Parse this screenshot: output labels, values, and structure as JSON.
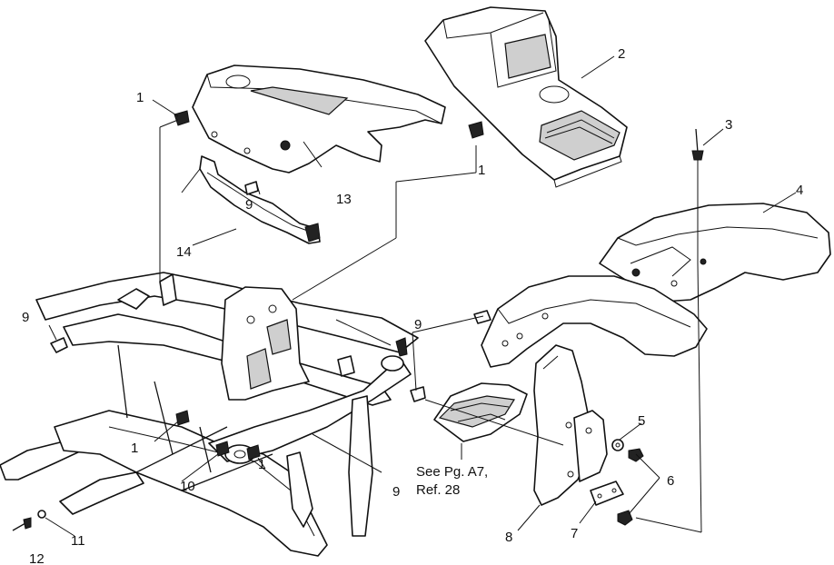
{
  "callouts": {
    "c1a": "1",
    "c1b": "1",
    "c1c": "1",
    "c1d": "1",
    "c2": "2",
    "c3": "3",
    "c4": "4",
    "c5": "5",
    "c6": "6",
    "c7": "7",
    "c8": "8",
    "c9a": "9",
    "c9b": "9",
    "c9c": "9",
    "c9d": "9",
    "c10": "10",
    "c11": "11",
    "c12": "12",
    "c13": "13",
    "c14": "14"
  },
  "note": {
    "line1": "See Pg. A7,",
    "line2": "Ref. 28"
  }
}
